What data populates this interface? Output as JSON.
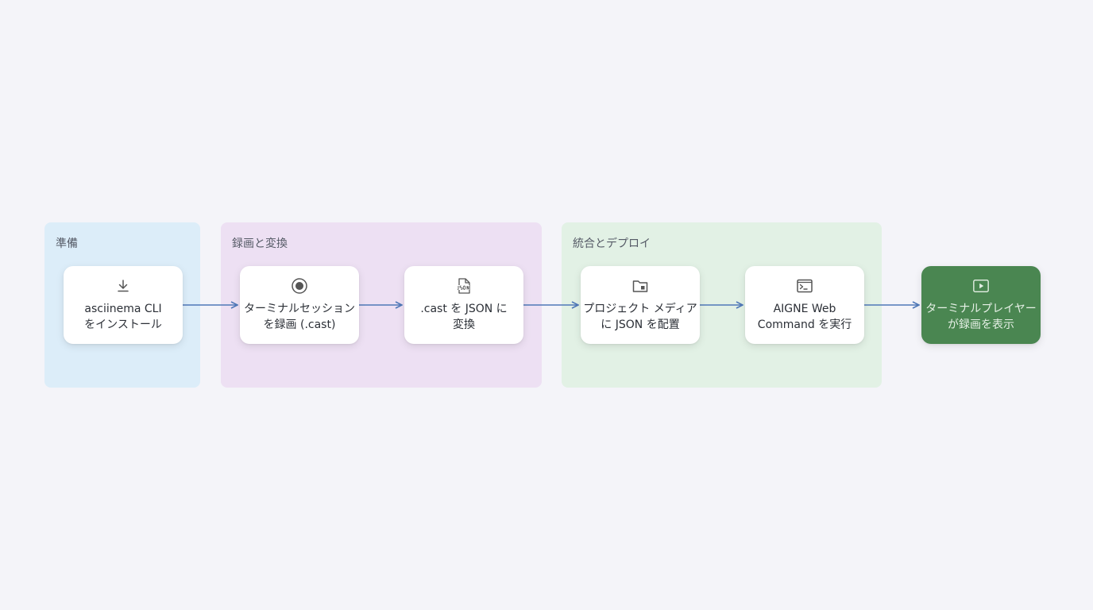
{
  "groups": {
    "prep": {
      "label": "準備"
    },
    "record": {
      "label": "録画と変換"
    },
    "deploy": {
      "label": "統合とデプロイ"
    }
  },
  "steps": [
    {
      "label": "asciinema CLI\nをインストール",
      "icon": "download-icon"
    },
    {
      "label": "ターミナルセッション\nを録画 (.cast)",
      "icon": "record-icon"
    },
    {
      "label": ".cast を JSON に\n変換",
      "icon": "json-file-icon"
    },
    {
      "label": "プロジェクト メディア\nに JSON を配置",
      "icon": "folder-icon"
    },
    {
      "label": "AIGNE Web\nCommand を実行",
      "icon": "terminal-icon"
    },
    {
      "label": "ターミナルプレイヤー\nが録画を表示",
      "icon": "play-icon"
    }
  ],
  "colors": {
    "background": "#f4f4f9",
    "prep_group": "#dcedf9",
    "record_group": "#ede0f3",
    "deploy_group": "#e2f1e5",
    "arrow": "#4f78b8",
    "final_node": "#4a8651"
  }
}
